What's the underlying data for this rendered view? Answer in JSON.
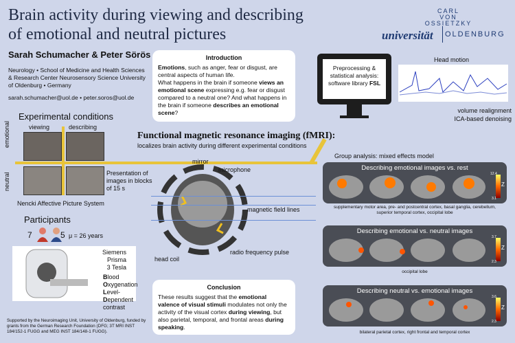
{
  "title_line1": "Brain activity during viewing and describing",
  "title_line2": "of emotional and neutral pictures",
  "logo": {
    "line1": "CARL",
    "line2": "VON",
    "line3": "OSSIETZKY",
    "uni": "universität",
    "city": "OLDENBURG"
  },
  "authors": "Sarah Schumacher & Peter Sörös",
  "affiliation": "Neurology • School of Medicine and Health Sciences & Research Center Neurosensory Science University of Oldenburg • Germany",
  "email": "sarah.schumacher@uol.de • peter.soros@uol.de",
  "experimental": {
    "heading": "Experimental conditions",
    "col_viewing": "viewing",
    "col_describing": "describing",
    "row_emotional": "emotional",
    "row_neutral": "neutral",
    "presentation": "Presentation of images in blocks of 15 s",
    "nencki": "Nencki Affective Picture System"
  },
  "participants": {
    "heading": "Participants",
    "female": "7",
    "male": "5",
    "mu": "μ = 26 years"
  },
  "scanner": {
    "l1": "Siemens",
    "l2": "Prisma",
    "l3": "3 Tesla",
    "b1": "B",
    "b1r": "lood",
    "o1": "O",
    "o1r": "xygenation",
    "l": "L",
    "lr": "evel-",
    "d": "D",
    "dr": "ependent",
    "c": "contrast"
  },
  "funding": "Supported by the Neuroimaging Unit, University of Oldenburg, funded by grants from the German Research Foundation (DFG; 3T MRI INST 184/152-1 FUGG and MEG INST 184/148-1 FUGG).",
  "intro": {
    "heading": "Introduction",
    "p1a": "Emotions",
    "p1b": ", such as anger, fear or disgust, are central aspects of human life.",
    "p2a": "What happens in the brain if someone ",
    "p2b": "views an emotional scene",
    "p2c": " expressing e.g. fear or disgust compared to a neutral one? And what happens in the brain if someone ",
    "p2d": "describes an emotional scene",
    "p2e": "?"
  },
  "fmri": {
    "title": "Functional magnetic resonance imaging (fMRI):",
    "sub": "localizes brain activity during different experimental conditions"
  },
  "labels": {
    "mirror": "mirror",
    "microphone": "microphone",
    "field": "magnetic field lines",
    "headcoil": "head coil",
    "rf": "radio frequency pulse"
  },
  "preproc": {
    "l1": "Preprocessing &",
    "l2": "statistical analysis:",
    "l3": "software library ",
    "fsl": "FSL"
  },
  "motion": {
    "heading": "Head motion",
    "r1": "volume realignment",
    "r2": "ICA-based denoising"
  },
  "conclusion": {
    "heading": "Conclusion",
    "a": "These results suggest that the ",
    "b": "emotional valence of visual stimuli",
    "c": " modulates not only the activity of the visual cortex ",
    "d": "during viewing",
    "e": ", but also parietal, temporal, and frontal areas ",
    "f": "during speaking",
    "g": "."
  },
  "group": {
    "heading": "Group analysis: mixed effects model",
    "p1": {
      "title": "Describing emotional images vs. rest",
      "max": "12.4",
      "min": "3.1",
      "caption": "supplementary motor area, pre- and postcentral cortex, basal ganglia, cerebellum, superior temporal cortex, occipital lobe"
    },
    "p2": {
      "title": "Describing emotional vs. neutral images",
      "max": "3.7",
      "min": "2.3",
      "caption": "occipital lobe"
    },
    "p3": {
      "title": "Describing neutral vs. emotional images",
      "max": "3.6",
      "min": "2.3",
      "caption": "bilateral parietal cortex, right frontal and temporal cortex"
    },
    "z": "Z"
  },
  "colors": {
    "background": "#cfd6ea",
    "accent": "#e8c43a",
    "navy": "#1f2a44"
  }
}
